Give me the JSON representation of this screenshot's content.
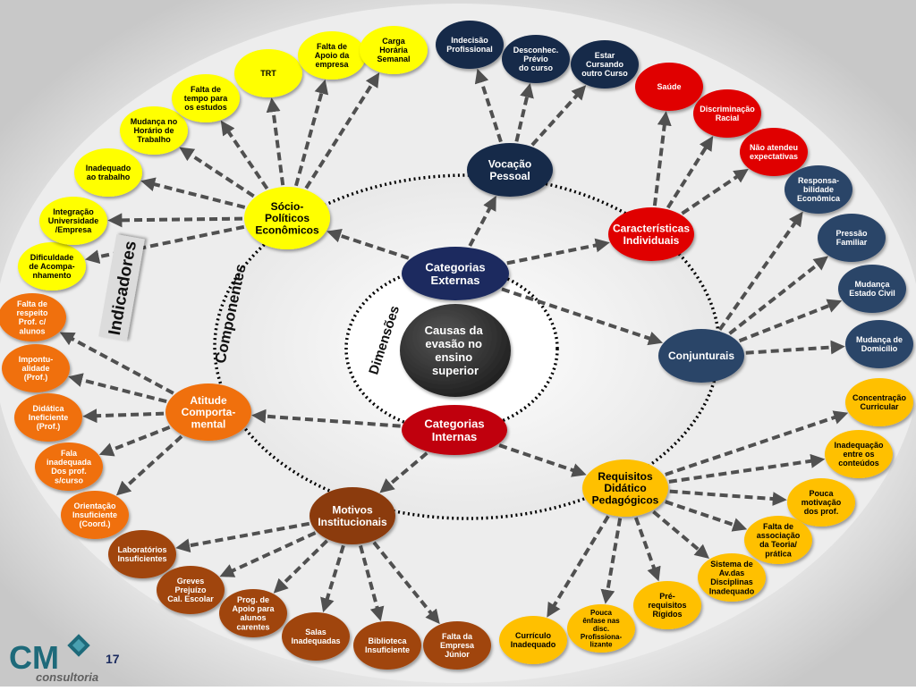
{
  "center": {
    "lines": [
      "Causas da",
      "evasão no",
      "ensino",
      "superior"
    ]
  },
  "ring_labels": {
    "dimensions": "Dimensões",
    "components": "Componentes",
    "indicators": "Indicadores"
  },
  "hubs": {
    "externas": {
      "lines": [
        "Categorias",
        "Externas"
      ]
    },
    "internas": {
      "lines": [
        "Categorias",
        "Internas"
      ]
    },
    "vocacao": {
      "lines": [
        "Vocação",
        "Pessoal"
      ]
    },
    "socio": {
      "lines": [
        "Sócio-",
        "Políticos",
        "Econômicos"
      ]
    },
    "caracteristicas": {
      "lines": [
        "Características",
        "Individuais"
      ]
    },
    "conjunturais": {
      "lines": [
        "Conjunturais"
      ]
    },
    "atitude": {
      "lines": [
        "Atitude",
        "Comporta-",
        "mental"
      ]
    },
    "motivos": {
      "lines": [
        "Motivos",
        "Institucionais"
      ]
    },
    "requisitos": {
      "lines": [
        "Requisitos",
        "Didático",
        "Pedagógicos"
      ]
    }
  },
  "leaves": {
    "socio": [
      {
        "lines": [
          "Dificuldade",
          "de Acompa-",
          "nhamento"
        ]
      },
      {
        "lines": [
          "Integração",
          "Universidade",
          "/Empresa"
        ]
      },
      {
        "lines": [
          "Inadequado",
          "ao trabalho"
        ]
      },
      {
        "lines": [
          "Mudança no",
          "Horário de",
          "Trabalho"
        ]
      },
      {
        "lines": [
          "Falta de",
          "tempo para",
          "os estudos"
        ]
      },
      {
        "lines": [
          "TRT"
        ]
      },
      {
        "lines": [
          "Falta de",
          "Apoio da",
          "empresa"
        ]
      },
      {
        "lines": [
          "Carga",
          "Horária",
          "Semanal"
        ]
      }
    ],
    "vocacao": [
      {
        "lines": [
          "Indecisão",
          "Profissional"
        ]
      },
      {
        "lines": [
          "Desconhec.",
          "Prévio",
          "do curso"
        ]
      },
      {
        "lines": [
          "Estar",
          "Cursando",
          "outro Curso"
        ]
      }
    ],
    "caracteristicas": [
      {
        "lines": [
          "Saúde"
        ]
      },
      {
        "lines": [
          "Discriminação",
          "Racial"
        ]
      },
      {
        "lines": [
          "Não atendeu",
          "expectativas"
        ]
      }
    ],
    "conjunturais": [
      {
        "lines": [
          "Responsa-",
          "bilidade",
          "Econômica"
        ]
      },
      {
        "lines": [
          "Pressão",
          "Familiar"
        ]
      },
      {
        "lines": [
          "Mudança",
          "Estado Civil"
        ]
      },
      {
        "lines": [
          "Mudança de",
          "Domicílio"
        ]
      }
    ],
    "atitude": [
      {
        "lines": [
          "Falta de",
          "respeito",
          "Prof. c/",
          "alunos"
        ]
      },
      {
        "lines": [
          "Impontu-",
          "alidade",
          "(Prof.)"
        ]
      },
      {
        "lines": [
          "Didática",
          "Ineficiente",
          "(Prof.)"
        ]
      },
      {
        "lines": [
          "Fala",
          "inadequada",
          "Dos prof.",
          "s/curso"
        ]
      },
      {
        "lines": [
          "Orientação",
          "Insuficiente",
          "(Coord.)"
        ]
      }
    ],
    "motivos": [
      {
        "lines": [
          "Laboratórios",
          "Insuficientes"
        ]
      },
      {
        "lines": [
          "Greves",
          "Prejuízo",
          "Cal. Escolar"
        ]
      },
      {
        "lines": [
          "Prog. de",
          "Apoio para",
          "alunos",
          "carentes"
        ]
      },
      {
        "lines": [
          "Salas",
          "Inadequadas"
        ]
      },
      {
        "lines": [
          "Biblioteca",
          "Insuficiente"
        ]
      },
      {
        "lines": [
          "Falta da",
          "Empresa",
          "Júnior"
        ]
      }
    ],
    "requisitos": [
      {
        "lines": [
          "Concentração",
          "Curricular"
        ]
      },
      {
        "lines": [
          "Inadequação",
          "entre os",
          "conteúdos"
        ]
      },
      {
        "lines": [
          "Pouca",
          "motivação",
          "dos prof."
        ]
      },
      {
        "lines": [
          "Falta de",
          "associação",
          "da Teoria/",
          "prática"
        ]
      },
      {
        "lines": [
          "Sistema de",
          "Av.das",
          "Disciplinas",
          "Inadequado"
        ]
      },
      {
        "lines": [
          "Pré-",
          "requisitos",
          "Rígidos"
        ]
      },
      {
        "lines": [
          "Pouca",
          "ênfase nas",
          "disc.",
          "Profissiona-",
          "lizante"
        ]
      },
      {
        "lines": [
          "Currículo",
          "Inadequado"
        ]
      }
    ]
  },
  "footer": {
    "logo_text": "CM",
    "logo_subtext": "consultoria",
    "page_number": "17"
  },
  "colors": {
    "navy": "#1a2a5e",
    "dark_navy": "#172a4a",
    "slate_blue": "#2b4468",
    "red": "#e00000",
    "crimson": "#c00010",
    "yellow": "#ffff00",
    "gold": "#ffc000",
    "orange": "#f07010",
    "rust": "#a0450f",
    "brown": "#8b3a0a",
    "center_gray": "#2d2d2d",
    "arrow": "#505050",
    "logo_teal": "#1e6a7a",
    "logo_gray": "#606060"
  }
}
